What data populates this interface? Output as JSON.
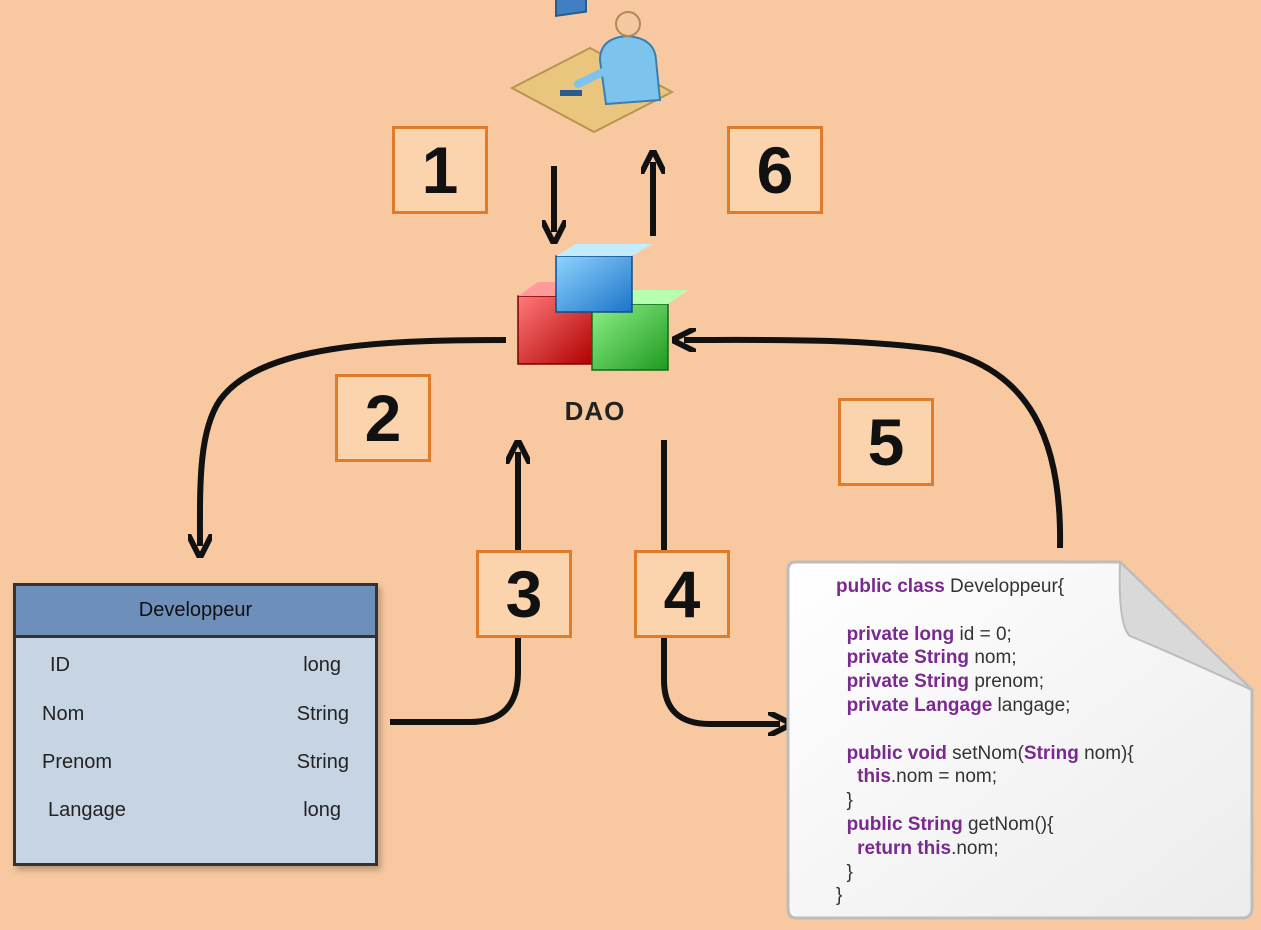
{
  "dao": {
    "label": "DAO"
  },
  "steps": [
    "1",
    "2",
    "3",
    "4",
    "5",
    "6"
  ],
  "table": {
    "title": "Developpeur",
    "rows": [
      {
        "name": "ID",
        "type": "long"
      },
      {
        "name": "Nom",
        "type": "String"
      },
      {
        "name": "Prenom",
        "type": "String"
      },
      {
        "name": "Langage",
        "type": "long"
      }
    ]
  },
  "code": {
    "lines": [
      [
        [
          "kw",
          "public class"
        ],
        [
          "t",
          " Developpeur{"
        ]
      ],
      [
        [
          "t",
          ""
        ]
      ],
      [
        [
          "t",
          "  "
        ],
        [
          "kw",
          "private long"
        ],
        [
          "t",
          " id = 0;"
        ]
      ],
      [
        [
          "t",
          "  "
        ],
        [
          "kw",
          "private String"
        ],
        [
          "t",
          " nom;"
        ]
      ],
      [
        [
          "t",
          "  "
        ],
        [
          "kw",
          "private String"
        ],
        [
          "t",
          " prenom;"
        ]
      ],
      [
        [
          "t",
          "  "
        ],
        [
          "kw",
          "private Langage"
        ],
        [
          "t",
          " langage;"
        ]
      ],
      [
        [
          "t",
          ""
        ]
      ],
      [
        [
          "t",
          "  "
        ],
        [
          "kw",
          "public void"
        ],
        [
          "t",
          " setNom("
        ],
        [
          "kw",
          "String"
        ],
        [
          "t",
          " nom){"
        ]
      ],
      [
        [
          "t",
          "    "
        ],
        [
          "kw",
          "this"
        ],
        [
          "t",
          ".nom = nom;"
        ]
      ],
      [
        [
          "t",
          "  }"
        ]
      ],
      [
        [
          "t",
          "  "
        ],
        [
          "kw",
          "public String"
        ],
        [
          "t",
          " getNom(){"
        ]
      ],
      [
        [
          "t",
          "    "
        ],
        [
          "kw",
          "return this"
        ],
        [
          "t",
          ".nom;"
        ]
      ],
      [
        [
          "t",
          "  }"
        ]
      ],
      [
        [
          "t",
          "}"
        ]
      ]
    ]
  },
  "icons": [
    "user-at-computer-icon",
    "dao-cubes-icon",
    "code-document-icon"
  ],
  "colors": {
    "background": "#f8c9a0",
    "step_border": "#e07b2a",
    "table_header": "#6f8fbb",
    "table_body": "#c6d4e4",
    "keyword": "#7a2a8e",
    "arrow": "#111111"
  }
}
